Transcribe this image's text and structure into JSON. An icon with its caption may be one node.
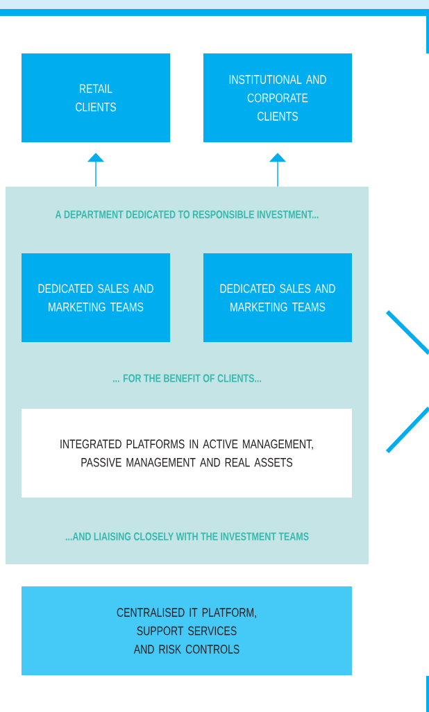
{
  "diagram": {
    "nodes": [
      {
        "text": [
          "RETAIL CLIENTS"
        ]
      },
      {
        "text": [
          "INSTITUTIONAL AND CORPORATE CLIENTS"
        ]
      },
      {
        "text": [
          "A DEPARTMENT DEDICATED TO RESPONSIBLE INVESTMENT...",
          "... FOR THE BENEFIT OF CLIENTS...",
          "...AND LIAISING CLOSELY WITH THE INVESTMENT TEAMS"
        ]
      },
      {
        "text": [
          "DEDICATED SALES AND MARKETING TEAMS"
        ],
        "in": 2
      },
      {
        "text": [
          "DEDICATED SALES AND MARKETING TEAMS"
        ],
        "in": 2
      },
      {
        "text": [
          "INTEGRATED PLATFORMS IN ACTIVE MANAGEMENT, PASSIVE MANAGEMENT AND REAL ASSETS"
        ],
        "in": 2
      },
      {
        "text": [
          "CENTRALISED IT PLATFORM, SUPPORT SERVICES AND RISK CONTROLS"
        ]
      }
    ],
    "edges": [
      {
        "from": 2,
        "to": 0,
        "arrow": "to"
      },
      {
        "from": 2,
        "to": 1,
        "arrow": "to"
      }
    ]
  }
}
